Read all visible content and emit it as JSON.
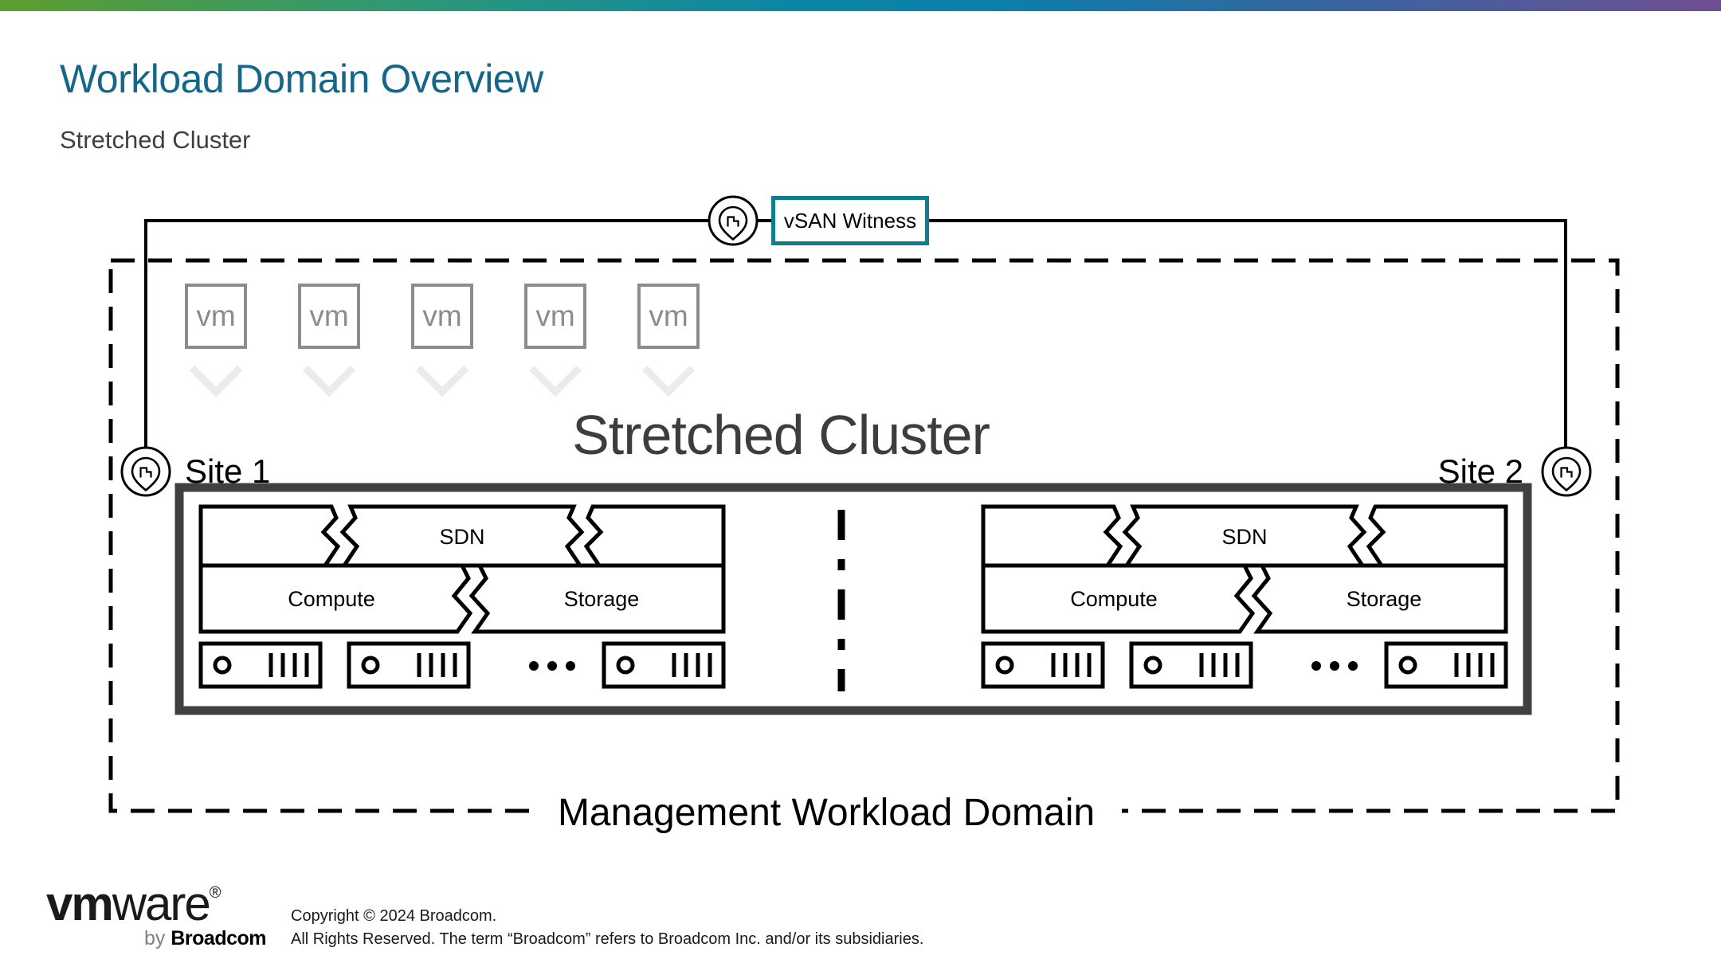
{
  "slide": {
    "title": "Workload Domain Overview",
    "subtitle": "Stretched Cluster"
  },
  "diagram": {
    "witness": {
      "label": "vSAN Witness",
      "icon": "location-pin-building",
      "border_color": "#0E7D8C"
    },
    "management_domain_label": "Management Workload Domain",
    "cluster_title": "Stretched Cluster",
    "vm_label": "vm",
    "vm_count": 5,
    "sites": [
      {
        "label": "Site 1"
      },
      {
        "label": "Site 2"
      }
    ],
    "half": {
      "sdn_label": "SDN",
      "compute_label": "Compute",
      "storage_label": "Storage",
      "servers_shown_per_site": 3,
      "more_servers_ellipsis": "⋯"
    },
    "icons": {
      "site_pin": "location-pin-building",
      "witness_pin": "location-pin-building",
      "vm_chevron": "chevron-down",
      "server": "host-server",
      "more_servers": "ellipsis"
    }
  },
  "footer": {
    "logo": {
      "vm": "vm",
      "ware": "ware",
      "registered": "®",
      "by": "by",
      "company": "Broadcom"
    },
    "copyright_line1": "Copyright © 2024 Broadcom.",
    "copyright_line2": "All Rights Reserved. The term “Broadcom” refers to Broadcom Inc. and/or its subsidiaries."
  },
  "colors": {
    "title_teal": "#15678A",
    "subtitle_gray": "#3F3F3F",
    "witness_border_teal": "#0E7D8C",
    "cluster_border_gray": "#404040",
    "vm_gray": "#8C8C8C",
    "headline_gray": "#3D3D3D",
    "gradient_stops": [
      "#5C9E2E",
      "#2E9878",
      "#0C86A6",
      "#3A64A0",
      "#6F4F92"
    ]
  }
}
